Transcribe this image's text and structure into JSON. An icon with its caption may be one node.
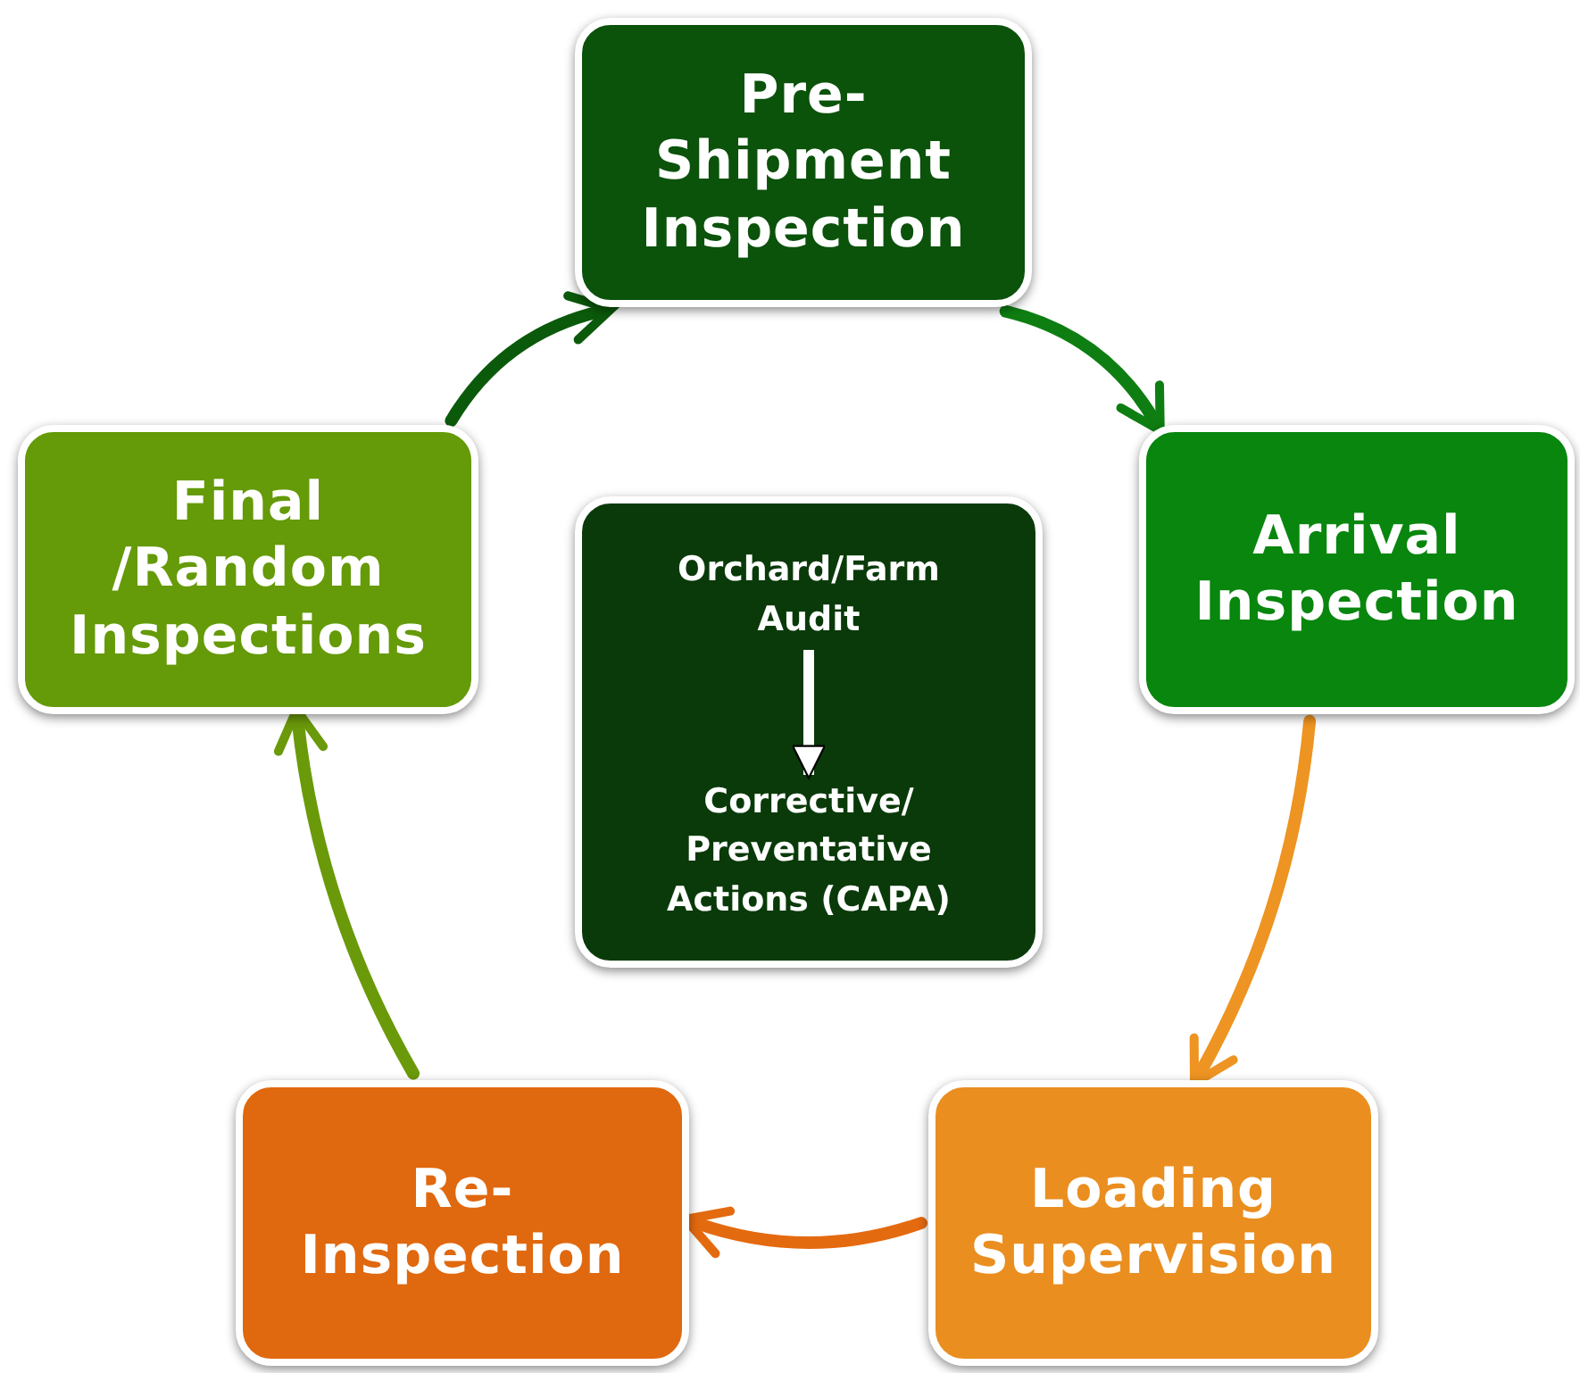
{
  "diagram": {
    "nodes": [
      {
        "text": [
          "Pre- Shipment Inspection"
        ]
      },
      {
        "text": [
          "Arrival Inspection"
        ]
      },
      {
        "text": [
          "Loading Supervision"
        ]
      },
      {
        "text": [
          "Re- Inspection"
        ]
      },
      {
        "text": [
          "Final /Random Inspections"
        ]
      },
      {
        "text": [],
        "shape": "box"
      },
      {
        "text": [
          "Orchard/Farm Audit"
        ],
        "in": 5
      },
      {
        "text": [
          "Corrective/ Preventative Actions (CAPA)"
        ],
        "in": 5
      }
    ],
    "edges": [
      {
        "from": 4,
        "to": 0,
        "arrow": "to",
        "color": "#0b5a0b"
      },
      {
        "from": 0,
        "to": 1,
        "arrow": "to",
        "color": "#0e7e12"
      },
      {
        "from": 1,
        "to": 2,
        "arrow": "to",
        "color": "#ee9422"
      },
      {
        "from": 2,
        "to": 3,
        "arrow": "to",
        "color": "#e46a10"
      },
      {
        "from": 3,
        "to": 4,
        "arrow": "to",
        "color": "#6a9a0a"
      },
      {
        "from": 6,
        "to": 7,
        "arrow": "to",
        "color": "#ffffff"
      }
    ]
  }
}
